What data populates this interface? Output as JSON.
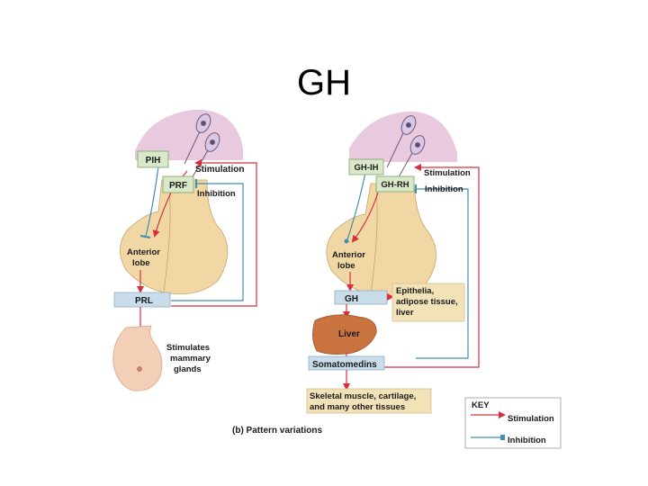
{
  "slide": {
    "title": "GH"
  },
  "left_panel": {
    "pih": "PIH",
    "prf": "PRF",
    "stimulation": "Stimulation",
    "inhibition": "Inhibition",
    "anterior_lobe": [
      "Anterior",
      "lobe"
    ],
    "prl": "PRL",
    "stimulates": [
      "Stimulates",
      "mammary",
      "glands"
    ]
  },
  "right_panel": {
    "gh_ih": "GH-IH",
    "gh_rh": "GH-RH",
    "stimulation": "Stimulation",
    "inhibition": "Inhibition",
    "anterior_lobe": [
      "Anterior",
      "lobe"
    ],
    "gh": "GH",
    "epithelia": [
      "Epithelia,",
      "adipose tissue,",
      "liver"
    ],
    "liver": "Liver",
    "somatomedins": "Somatomedins",
    "targets": [
      "Skeletal muscle, cartilage,",
      "and many other tissues"
    ]
  },
  "caption": "(b) Pattern variations",
  "key": {
    "title": "KEY",
    "stimulation": "Stimulation",
    "inhibition": "Inhibition"
  },
  "colors": {
    "stimulation": "#d6303f",
    "inhibition": "#3f8fb0",
    "label_box": "#d9e8c8",
    "hormone_box": "#c9dcea",
    "pituitary": "#f1d7a4",
    "hypothalamus": "#e9c9dd",
    "liver": "#c9733f"
  }
}
